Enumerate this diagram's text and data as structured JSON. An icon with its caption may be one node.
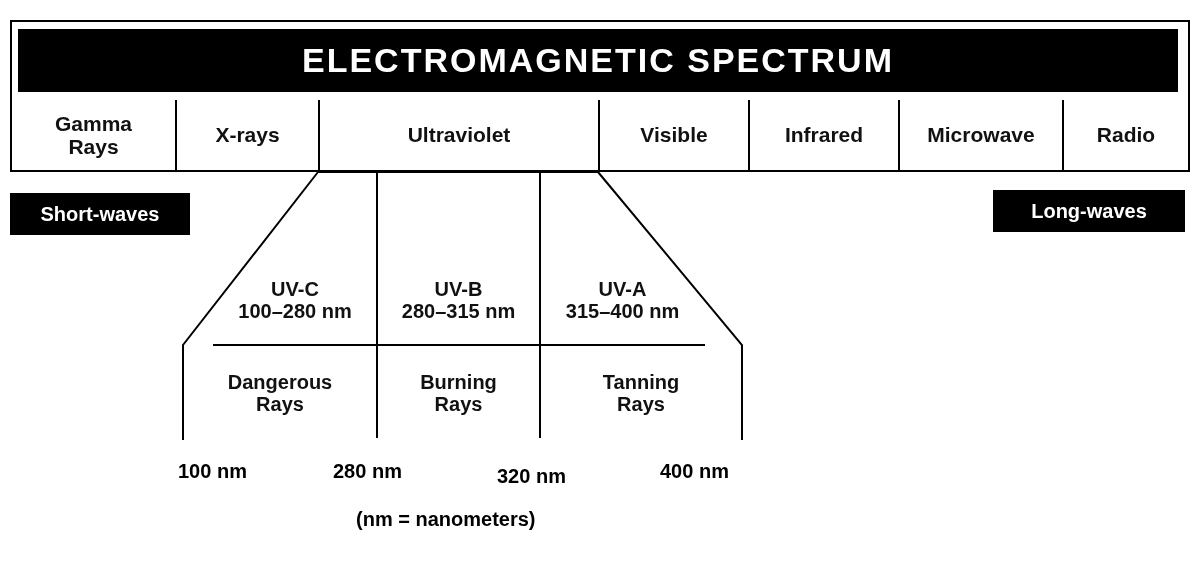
{
  "diagram": {
    "title": "ELECTROMAGNETIC SPECTRUM",
    "nodes": [
      {
        "text": [
          "Gamma Rays"
        ]
      },
      {
        "text": [
          "X-rays"
        ]
      },
      {
        "text": [
          "Ultraviolet"
        ]
      },
      {
        "text": [
          "Visible"
        ]
      },
      {
        "text": [
          "Infrared"
        ]
      },
      {
        "text": [
          "Microwave"
        ]
      },
      {
        "text": [
          "Radio"
        ]
      },
      {
        "text": [
          "Short-waves"
        ]
      },
      {
        "text": [
          "Long-waves"
        ]
      },
      {
        "text": [],
        "shape": "trapezoid"
      },
      {
        "text": [
          "UV-C",
          "100–280 nm"
        ],
        "in": 9
      },
      {
        "text": [
          "UV-B",
          "280–315 nm"
        ],
        "in": 9
      },
      {
        "text": [
          "UV-A",
          "315–400 nm"
        ],
        "in": 9
      },
      {
        "text": [
          "Dangerous Rays"
        ],
        "in": 9
      },
      {
        "text": [
          "Burning Rays"
        ],
        "in": 9
      },
      {
        "text": [
          "Tanning Rays"
        ],
        "in": 9
      }
    ],
    "edges": [],
    "labels": [
      "100 nm",
      "280 nm",
      "320 nm",
      "400 nm",
      "(nm = nanometers)"
    ]
  }
}
